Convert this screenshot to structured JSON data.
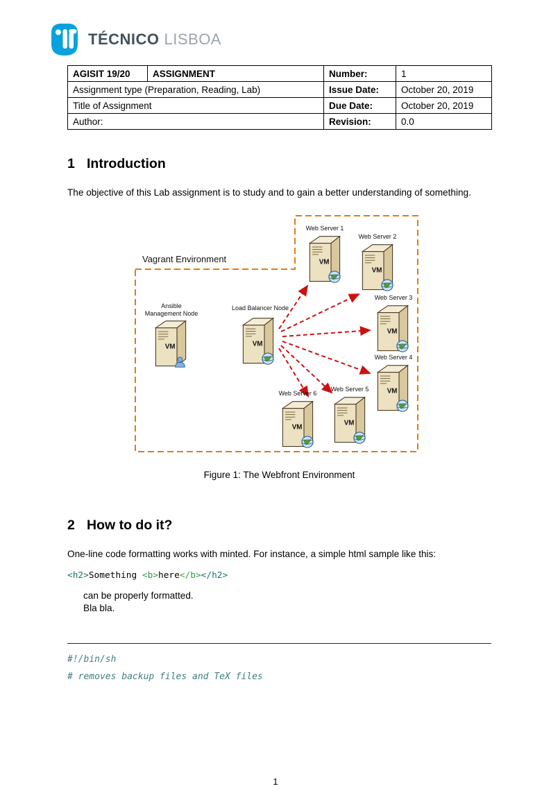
{
  "colors": {
    "logo_blue": "#0aa2dc",
    "boundary_orange": "#e07b10",
    "arrow_red": "#cc1111",
    "code_tag_teal": "#17756b",
    "code_tag_green": "#2f9e44",
    "comment_teal": "#407f7f"
  },
  "logo": {
    "primary": "TÉCNICO",
    "secondary": "LISBOA"
  },
  "info_table": {
    "rows": [
      {
        "c1": "AGISIT 19/20",
        "c2": "ASSIGNMENT",
        "label": "Number:",
        "value": "1"
      },
      {
        "c1": "Assignment type (Preparation, Reading, Lab)",
        "label": "Issue Date:",
        "value": "October 20, 2019"
      },
      {
        "c1": "Title of Assignment",
        "label": "Due Date:",
        "value": "October 20, 2019"
      },
      {
        "c1": "Author:",
        "label": "Revision:",
        "value": "0.0"
      }
    ]
  },
  "section_intro": {
    "number": "1",
    "title": "Introduction",
    "body": "The objective of this Lab assignment is to study and to gain a better understanding of something."
  },
  "figure": {
    "environment_label": "Vagrant Environment",
    "ansible_label_line1": "Ansible",
    "ansible_label_line2": "Management Node",
    "load_balancer_label": "Load Balancer Node",
    "vm_label": "VM",
    "web_servers": [
      "Web Server 1",
      "Web Server 2",
      "Web Server 3",
      "Web Server 4",
      "Web Server 5",
      "Web Server 6"
    ],
    "caption": "Figure 1: The Webfront Environment"
  },
  "section_howto": {
    "number": "2",
    "title": "How to do it?",
    "body": "One-line code formatting works with minted. For instance, a simple html sample like this:",
    "inline_code_tokens": [
      {
        "text": "<h2>"
      },
      {
        "text": "Something "
      },
      {
        "text": "<b>"
      },
      {
        "text": "here"
      },
      {
        "text": "</b>"
      },
      {
        "text": "</h2>"
      }
    ],
    "note_line1": "can be properly formatted.",
    "note_line2": "Bla bla."
  },
  "code_block": {
    "lines": [
      "#!/bin/sh",
      "# removes backup files and TeX files"
    ]
  },
  "footer": {
    "page_number": "1"
  }
}
